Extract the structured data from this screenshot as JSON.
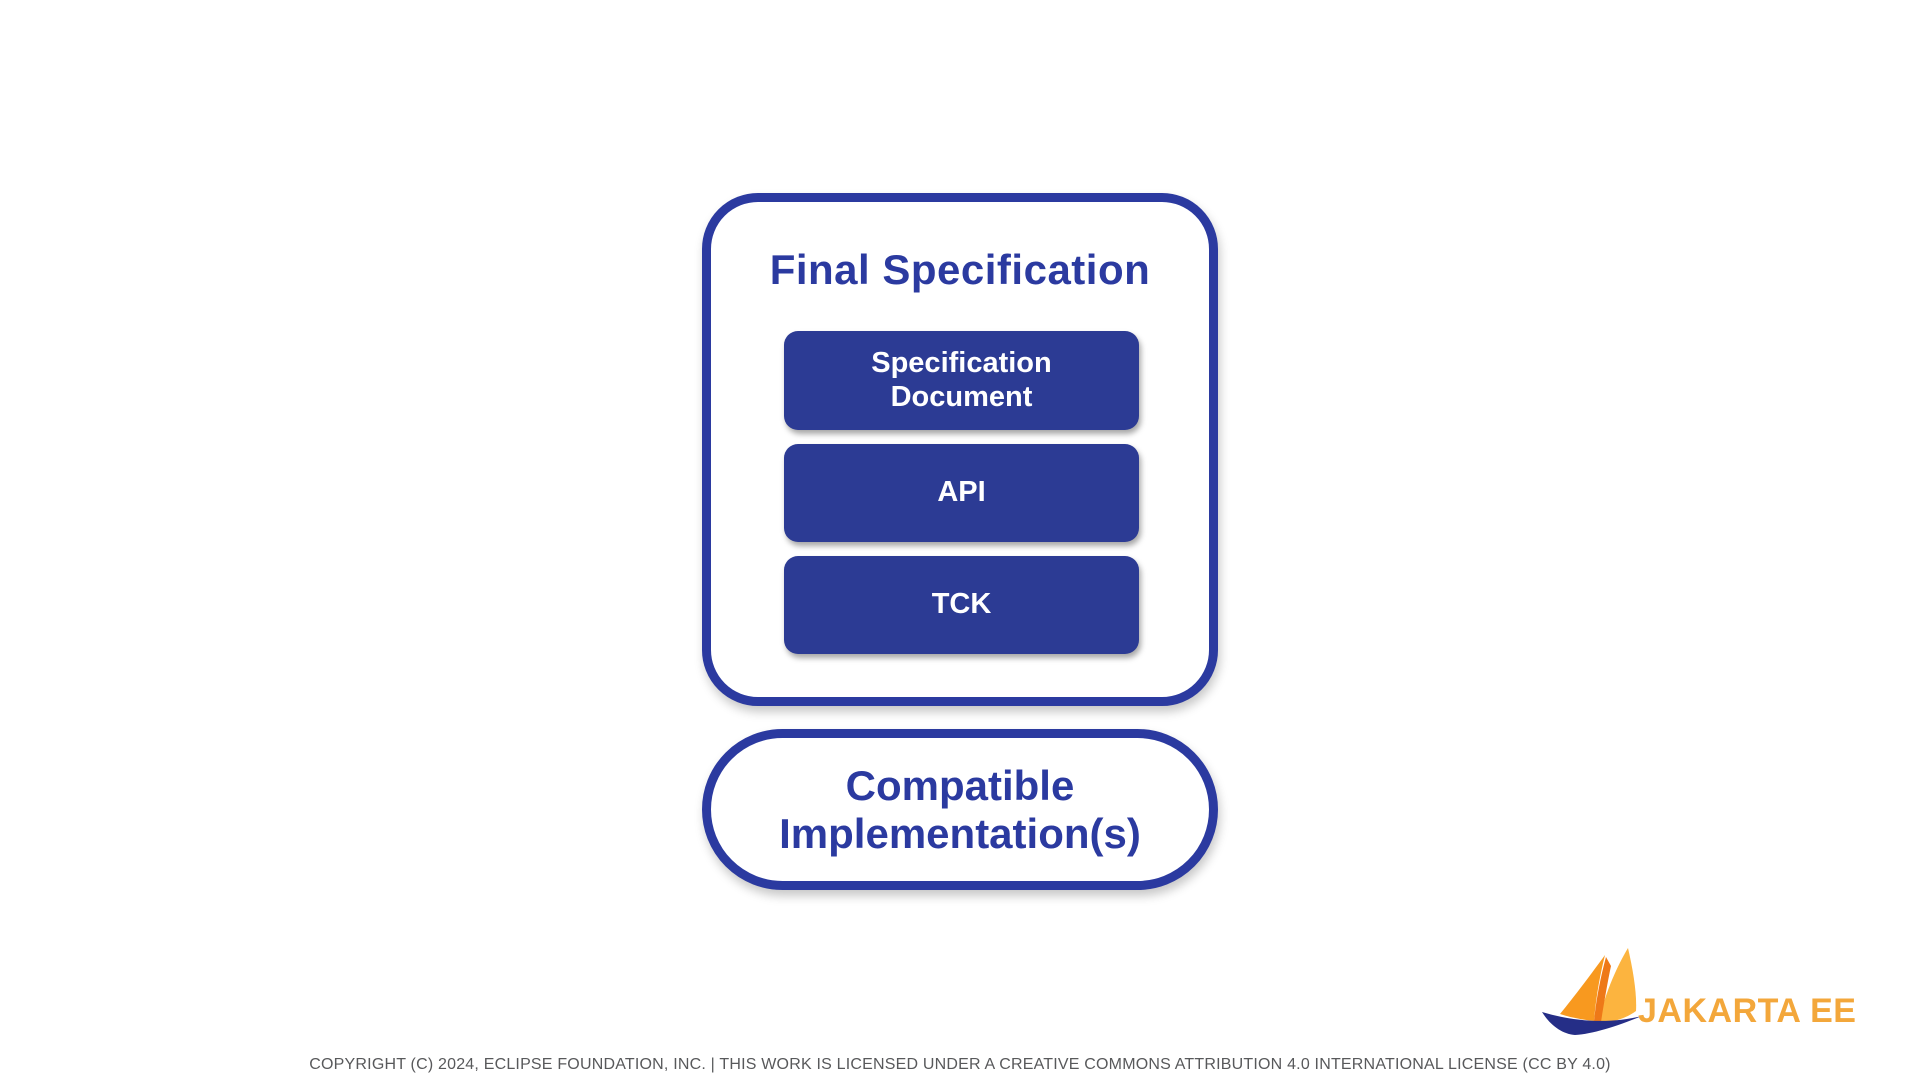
{
  "diagram": {
    "final_specification": {
      "title": "Final Specification",
      "boxes": [
        {
          "label": "Specification Document"
        },
        {
          "label": "API"
        },
        {
          "label": "TCK"
        }
      ]
    },
    "compatible_implementations": {
      "label": "Compatible Implementation(s)"
    }
  },
  "branding": {
    "logo_text": "JAKARTA EE",
    "logo_icon": "jakarta-ee-sailboat"
  },
  "footer": {
    "copyright": "COPYRIGHT (C) 2024, ECLIPSE FOUNDATION, INC. | THIS WORK IS LICENSED UNDER A CREATIVE COMMONS ATTRIBUTION 4.0 INTERNATIONAL LICENSE (CC BY 4.0)"
  },
  "colors": {
    "primary_blue": "#2B3AA0",
    "box_blue": "#2C3B94",
    "footer_gray": "#58595B",
    "logo_orange": "#F3A73B",
    "sail_light": "#FCB43F",
    "sail_mid": "#F8991F",
    "sail_dark": "#EE7918",
    "hull_navy": "#252E87"
  }
}
